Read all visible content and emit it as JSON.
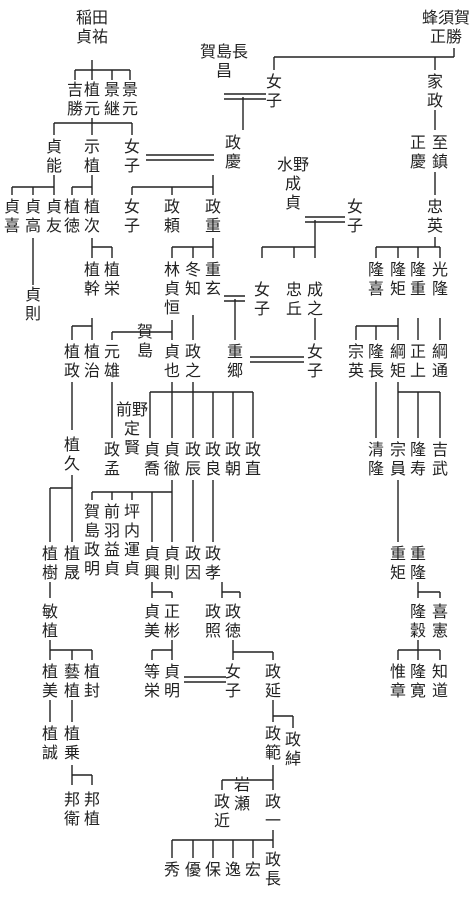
{
  "people": {
    "inada_sadasuke": "稲田\n貞祐",
    "hachisuka_masakatsu": "蜂須賀\n正勝",
    "kashima_nagamasa": "賀島長\n昌",
    "daughter_top": "女\n子",
    "yoshikatsu": "吉\n勝",
    "uemoto": "植\n元",
    "kagetsugu": "景\n継",
    "kagemoto": "景\n元",
    "iemasa": "家\n政",
    "sadayoshi": "貞\n能",
    "muneue": "示\n植",
    "daughter_2": "女\n子",
    "masayoshi_1": "政\n慶",
    "masayoshi_2": "正\n慶",
    "yoshishige": "至\n鎮",
    "mizuno_narisada": "水野\n成\n貞",
    "sadayoshi_2": "貞\n喜",
    "sadataka": "貞\n高",
    "sadatomo": "貞\n友",
    "uenori": "植\n徳",
    "uetsugu": "植\n次",
    "daughter_3": "女\n子",
    "masayori": "政\n頼",
    "masashige": "政\n重",
    "daughter_4": "女\n子",
    "tadahide": "忠\n英",
    "sadanori": "貞\n則",
    "uemoto_2": "植\n幹",
    "uehide": "植\n栄",
    "hayashi_sadatsune": "林\n貞\n恒",
    "fuyutomo": "冬\n知",
    "shigeharu": "重\n玄",
    "daughter_5": "女\n子",
    "tadaoka": "忠\n丘",
    "narisato": "成\n之",
    "takayoshi": "隆\n喜",
    "takanori": "隆\n矩",
    "takashige": "隆\n重",
    "mitsutaka": "光\n隆",
    "kashima_label": "賀\n島",
    "uemasa": "植\n政",
    "ueharu": "植\n治",
    "motokatsu": "元\n雄",
    "sadaya": "貞\n也",
    "masayuki": "政\n之",
    "shigesato": "重\n郷",
    "daughter_6": "女\n子",
    "munehide": "宗\n英",
    "takanaga": "隆\n長",
    "tsunanori": "綱\n矩",
    "masanori_up": "正\n上",
    "tsunamichi": "綱\n通",
    "maeno_sadakata": "前野\n定\n賢",
    "uehisa": "植\n久",
    "masatake": "政\n孟",
    "sadataka_2": "貞\n喬",
    "sadayoshi_3": "貞\n徹",
    "masatoki": "政\n辰",
    "masayoshi_3": "政\n良",
    "masatomo": "政\n朝",
    "masanao": "政\n直",
    "kiyotaka": "清\n隆",
    "munekazu": "宗\n員",
    "takahisa": "隆\n寿",
    "yoshitake": "吉\n武",
    "kashima_masaaki": "賀\n島\n政\n明",
    "maeba_masusada": "前\n羽\n益\n貞",
    "tsubouchi_unsada": "坪\n内\n運\n貞",
    "sadaoki": "貞\n興",
    "sadanori_2": "貞\n則",
    "masayoshi_4": "政\n因",
    "masataka": "政\n孝",
    "uetatsu": "植\n樹",
    "ueakira": "植\n晟",
    "shigenori": "重\n矩",
    "shigetaka": "重\n隆",
    "toshiue": "敏\n植",
    "sadayoshi_4": "貞\n美",
    "masaaki": "正\n彬",
    "masateru": "政\n照",
    "masanori": "政\n徳",
    "takayoshi_2": "隆\n穀",
    "yoshinori": "喜\n憲",
    "uemi": "植\n美",
    "geiue": "藝\n植",
    "uefu": "植\n封",
    "tosho": "等\n栄",
    "sadaakira": "貞\n明",
    "daughter_7": "女\n子",
    "masanobu": "政\n延",
    "koresho": "惟\n章",
    "takahiro": "隆\n寛",
    "tomomichi": "知\n道",
    "uemakoto": "植\n誠",
    "uejo": "植\n乗",
    "masanori_2": "政\n範",
    "masahiro": "政\n綽",
    "iwase_label": "岩\n瀬",
    "masachika": "政\n近",
    "masakazu": "政\n一",
    "kunie": "邦\n衛",
    "kuniue": "邦\n植",
    "hide": "秀",
    "yu": "優",
    "ho": "保",
    "itsu": "逸",
    "ko": "宏",
    "masanaga": "政\n長"
  }
}
